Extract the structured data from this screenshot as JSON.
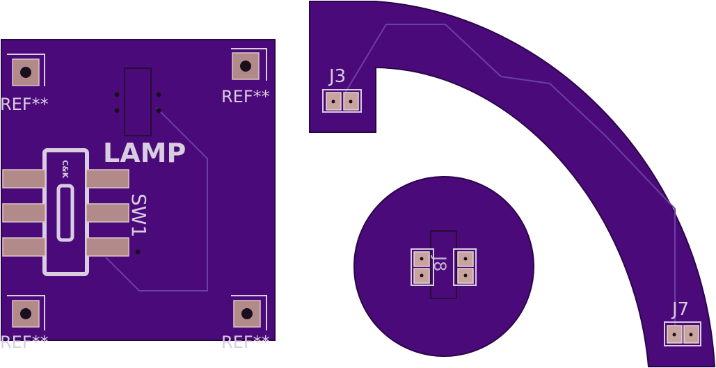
{
  "board": {
    "colors": {
      "substrate": "#4a0a7a",
      "substrate_edge": "#2a0548",
      "silkscreen": "#d9cde0",
      "copper_pad": "#b38a8a",
      "trace": "#6b3fa3"
    }
  },
  "labels": {
    "ref_top_left": "REF**",
    "ref_top_right": "REF**",
    "ref_bottom_left": "REF**",
    "ref_bottom_right": "REF**",
    "lamp": "LAMP",
    "sw1": "SW1",
    "ck": "C&K",
    "j3": "J3",
    "j7": "J7",
    "j8": "J8"
  }
}
